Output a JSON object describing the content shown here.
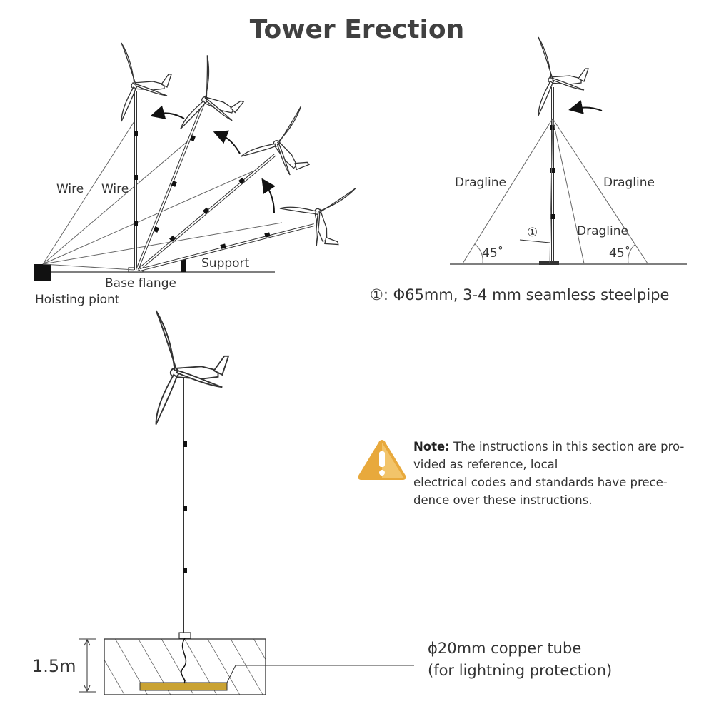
{
  "title": "Tower Erection",
  "left_panel": {
    "wire_label_1": "Wire",
    "wire_label_2": "Wire",
    "support_label": "Support",
    "base_flange_label": "Base flange",
    "hoisting_point_label": "Hoisting piont"
  },
  "right_panel": {
    "dragline_left": "Dragline",
    "dragline_right": "Dragline",
    "dragline_middle": "Dragline",
    "angle_left": "45˚",
    "angle_right": "45˚",
    "marker": "①",
    "pipe_spec": "①: Φ65mm, 3-4 mm seamless steelpipe"
  },
  "note": {
    "label": "Note:",
    "line1": "The instructions in this section are pro-",
    "line2": "vided as reference, local",
    "line3": "electrical codes and standards have prece-",
    "line4": "dence over these instructions.",
    "icon": "warning-icon",
    "icon_color": "#E8A93C"
  },
  "bottom_panel": {
    "depth_label": "1.5m",
    "copper_line1": "ϕ20mm copper tube",
    "copper_line2": "(for lightning protection)",
    "copper_color": "#C9A233"
  }
}
